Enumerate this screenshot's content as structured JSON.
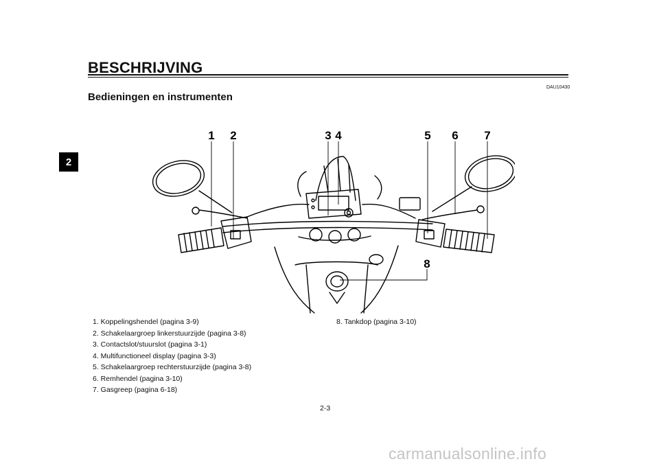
{
  "header": {
    "section_title": "BESCHRIJVING",
    "chapter_tab": "2",
    "doc_code": "DAU10430",
    "subtitle": "Bedieningen en instrumenten"
  },
  "illustration": {
    "callouts": [
      "1",
      "2",
      "3",
      "4",
      "5",
      "6",
      "7",
      "8"
    ]
  },
  "legend": {
    "left": [
      "1. Koppelingshendel (pagina 3-9)",
      "2. Schakelaargroep linkerstuurzijde (pagina 3-8)",
      "3. Contactslot/stuurslot (pagina 3-1)",
      "4. Multifunctioneel display (pagina 3-3)",
      "5. Schakelaargroep rechterstuurzijde (pagina 3-8)",
      "6. Remhendel (pagina 3-10)",
      "7. Gasgreep (pagina 6-18)"
    ],
    "right": [
      "8. Tankdop (pagina 3-10)"
    ]
  },
  "footer": {
    "page_number": "2-3",
    "watermark": "carmanualsonline.info"
  }
}
